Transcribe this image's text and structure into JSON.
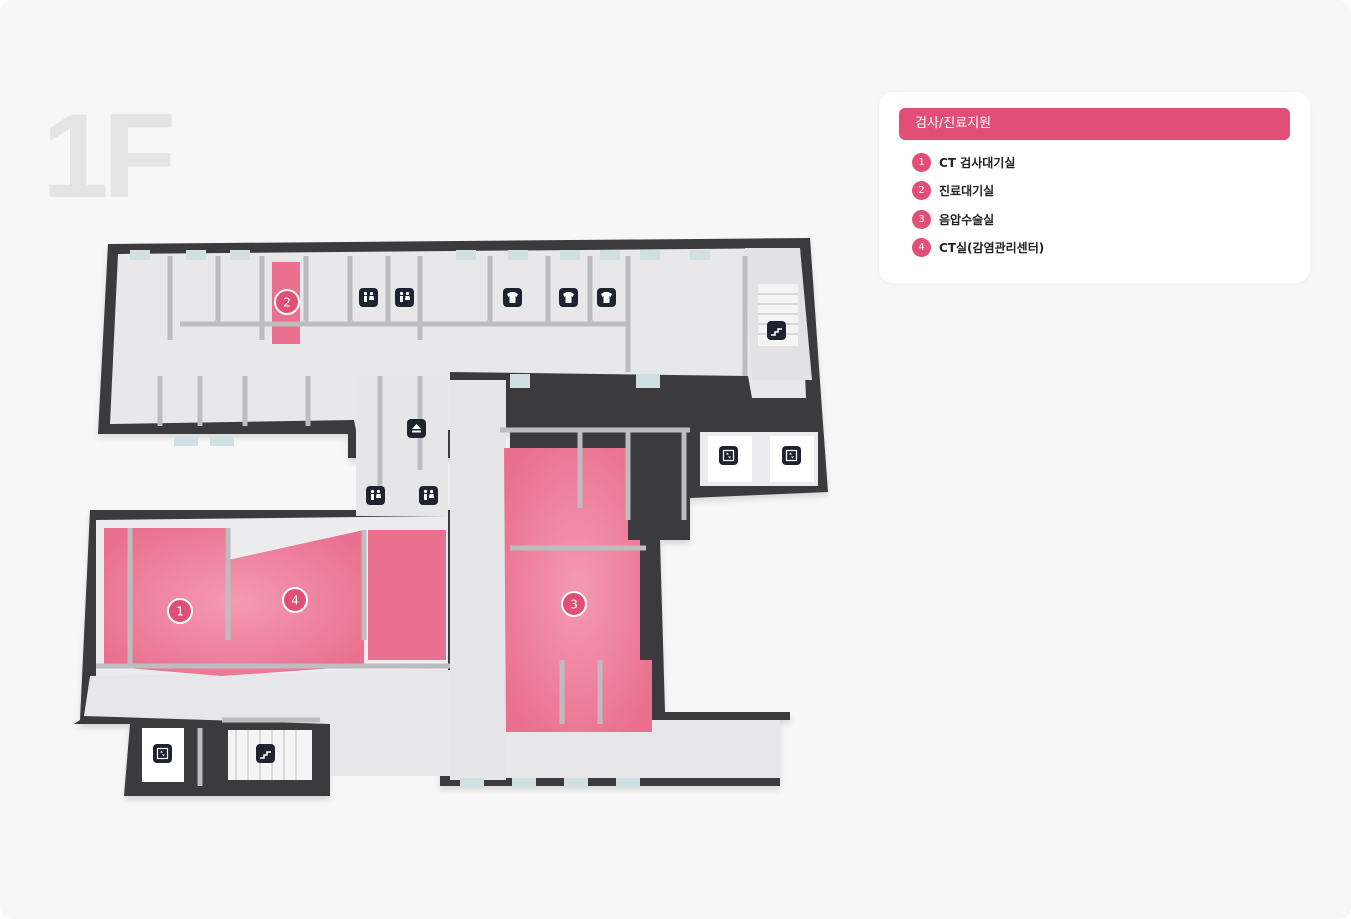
{
  "floor": {
    "label": "1F"
  },
  "legend": {
    "category": "검사/진료지원",
    "items": [
      {
        "number": "1",
        "label": "CT 검사대기실"
      },
      {
        "number": "2",
        "label": "진료대기실"
      },
      {
        "number": "3",
        "label": "음압수술실"
      },
      {
        "number": "4",
        "label": "CT실(감염관리센터)"
      }
    ]
  },
  "map": {
    "highlight_color": "#e24f76",
    "room_markers": [
      "1",
      "2",
      "3",
      "4"
    ],
    "icons": [
      "restroom-icon",
      "restroom-icon",
      "changing-room-icon",
      "changing-room-icon",
      "changing-room-icon",
      "stairs-icon",
      "elevator-icon",
      "elevator-icon",
      "eject-icon",
      "restroom-icon",
      "restroom-icon",
      "elevator-icon",
      "stairs-icon"
    ]
  }
}
